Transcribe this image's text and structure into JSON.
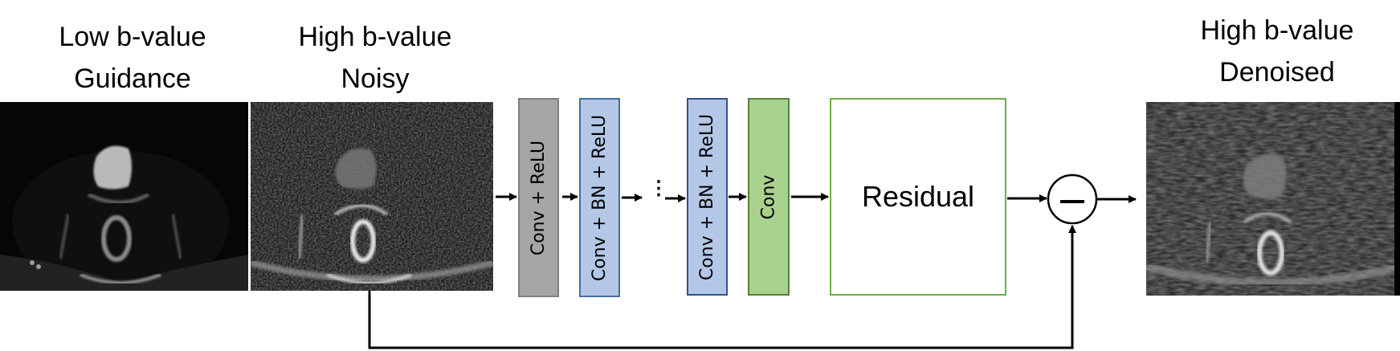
{
  "figure": {
    "inputs": [
      {
        "id": "guidance",
        "caption_lines": [
          "Low b-value",
          "Guidance"
        ],
        "image_kind": "mri-axial-low-b"
      },
      {
        "id": "noisy",
        "caption_lines": [
          "High b-value",
          "Noisy"
        ],
        "image_kind": "mri-axial-high-b-noisy"
      }
    ],
    "output": {
      "id": "denoised",
      "caption_lines": [
        "High b-value",
        "Denoised"
      ],
      "image_kind": "mri-axial-high-b-denoised"
    },
    "layers": [
      {
        "label": "Conv + ReLU",
        "style": "gray",
        "color": "#a5a5a5"
      },
      {
        "label": "Conv + BN + ReLU",
        "style": "blue",
        "color": "#b4c7e7"
      },
      {
        "label": "Conv + BN + ReLU",
        "style": "blue",
        "color": "#b4c7e7"
      },
      {
        "label": "Conv",
        "style": "green",
        "color": "#a9d18e"
      }
    ],
    "ellipsis": "⋮",
    "residual_label": "Residual",
    "operator": {
      "symbol": "minus",
      "icon": "minus-circle-icon"
    },
    "skip_connection": {
      "from": "noisy",
      "to": "operator"
    }
  }
}
